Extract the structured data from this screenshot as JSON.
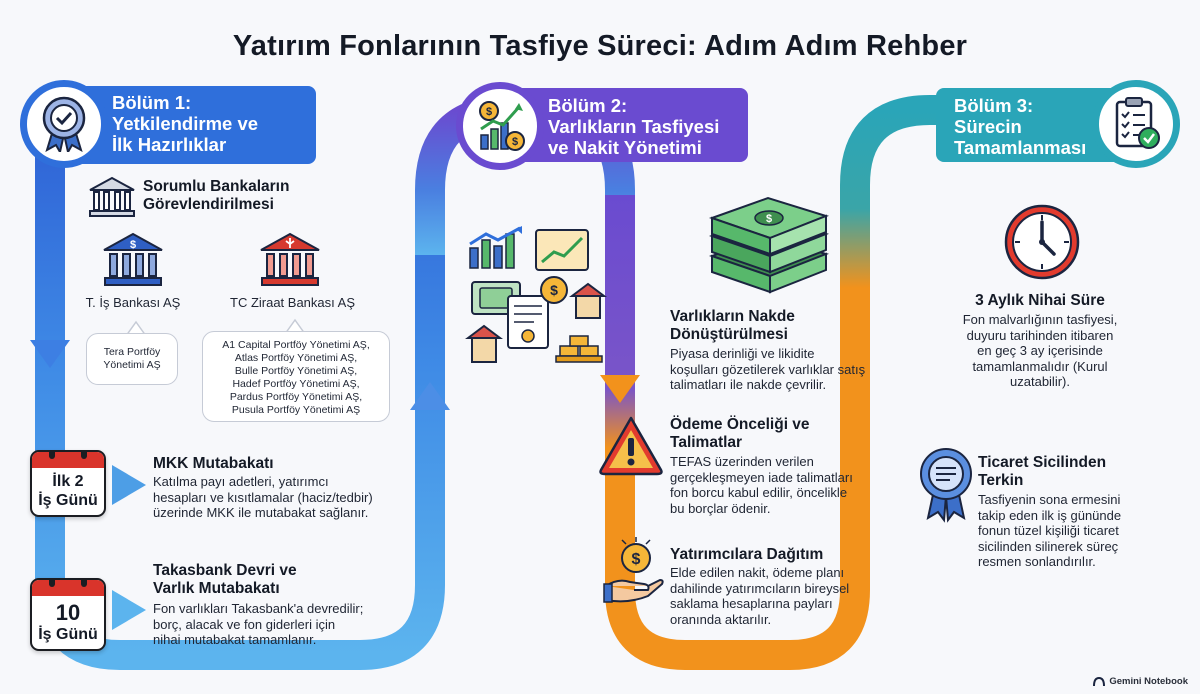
{
  "title": "Yatırım Fonlarının Tasfiye Süreci: Adım Adım Rehber",
  "colors": {
    "blue": "#2f6fdb",
    "blue_light": "#5cb4ee",
    "purple": "#6a4bd0",
    "orange": "#f2921c",
    "teal": "#2aa5b8"
  },
  "sections": [
    {
      "label": "Bölüm 1:\nYetkilendirme ve\nİlk Hazırlıklar",
      "icon": "award-badge-icon"
    },
    {
      "label": "Bölüm 2:\nVarlıkların Tasfiyesi\nve Nakit Yönetimi",
      "icon": "finance-growth-icon"
    },
    {
      "label": "Bölüm 3:\nSürecin\nTamamlanması",
      "icon": "checklist-clipboard-icon"
    }
  ],
  "part1": {
    "banks_heading": "Sorumlu Bankaların\nGörevlendirilmesi",
    "bank1": "T. İş Bankası AŞ",
    "bank2": "TC Ziraat Bankası AŞ",
    "bank1_funds": "Tera Portföy\nYönetimi AŞ",
    "bank2_funds": "A1 Capital Portföy Yönetimi AŞ,\nAtlas Portföy Yönetimi AŞ,\nBulle Portföy Yönetimi AŞ,\nHadef Portföy Yönetimi AŞ,\nPardus Portföy Yönetimi AŞ,\nPusula Portföy Yönetimi AŞ",
    "step1": {
      "cal_line1": "İlk 2",
      "cal_line2": "İş Günü",
      "heading": "MKK Mutabakatı",
      "body": "Katılma payı adetleri, yatırımcı\nhesapları ve kısıtlamalar (haciz/tedbir)\nüzerinde MKK ile mutabakat sağlanır."
    },
    "step2": {
      "cal_line1": "10",
      "cal_line2": "İş Günü",
      "heading": "Takasbank Devri ve\nVarlık Mutabakatı",
      "body": "Fon varlıkları Takasbank'a devredilir;\nborç, alacak ve fon giderleri için\nnihai mutabakat tamamlanır."
    }
  },
  "part2": {
    "item1": {
      "heading": "Varlıkların Nakde\nDönüştürülmesi",
      "body": "Piyasa derinliği ve likidite\nkoşulları gözetilerek varlıklar satış\ntalimatları ile nakde çevrilir."
    },
    "item2": {
      "heading": "Ödeme Önceliği ve\nTalimatlar",
      "body": "TEFAS üzerinden verilen\ngerçekleşmeyen iade talimatları\nfon borcu kabul edilir, öncelikle\nbu borçlar ödenir."
    },
    "item3": {
      "heading": "Yatırımcılara Dağıtım",
      "body": "Elde edilen nakit, ödeme planı\ndahilinde yatırımcıların bireysel\nsaklama hesaplarına payları\noranında aktarılır."
    }
  },
  "part3": {
    "item1": {
      "heading": "3 Aylık Nihai Süre",
      "body": "Fon malvarlığının tasfiyesi,\nduyuru tarihinden itibaren\nen geç 3 ay içerisinde\ntamamlanmalıdır (Kurul\nuzatabilir)."
    },
    "item2": {
      "heading": "Ticaret Sicilinden\nTerkin",
      "body": "Tasfiyenin sona ermesini\ntakip eden ilk iş gününde\nfonun tüzel kişiliği ticaret\nsicilinden silinerek süreç\nresmen sonlandırılır."
    }
  },
  "footer": "Gemini Notebook"
}
